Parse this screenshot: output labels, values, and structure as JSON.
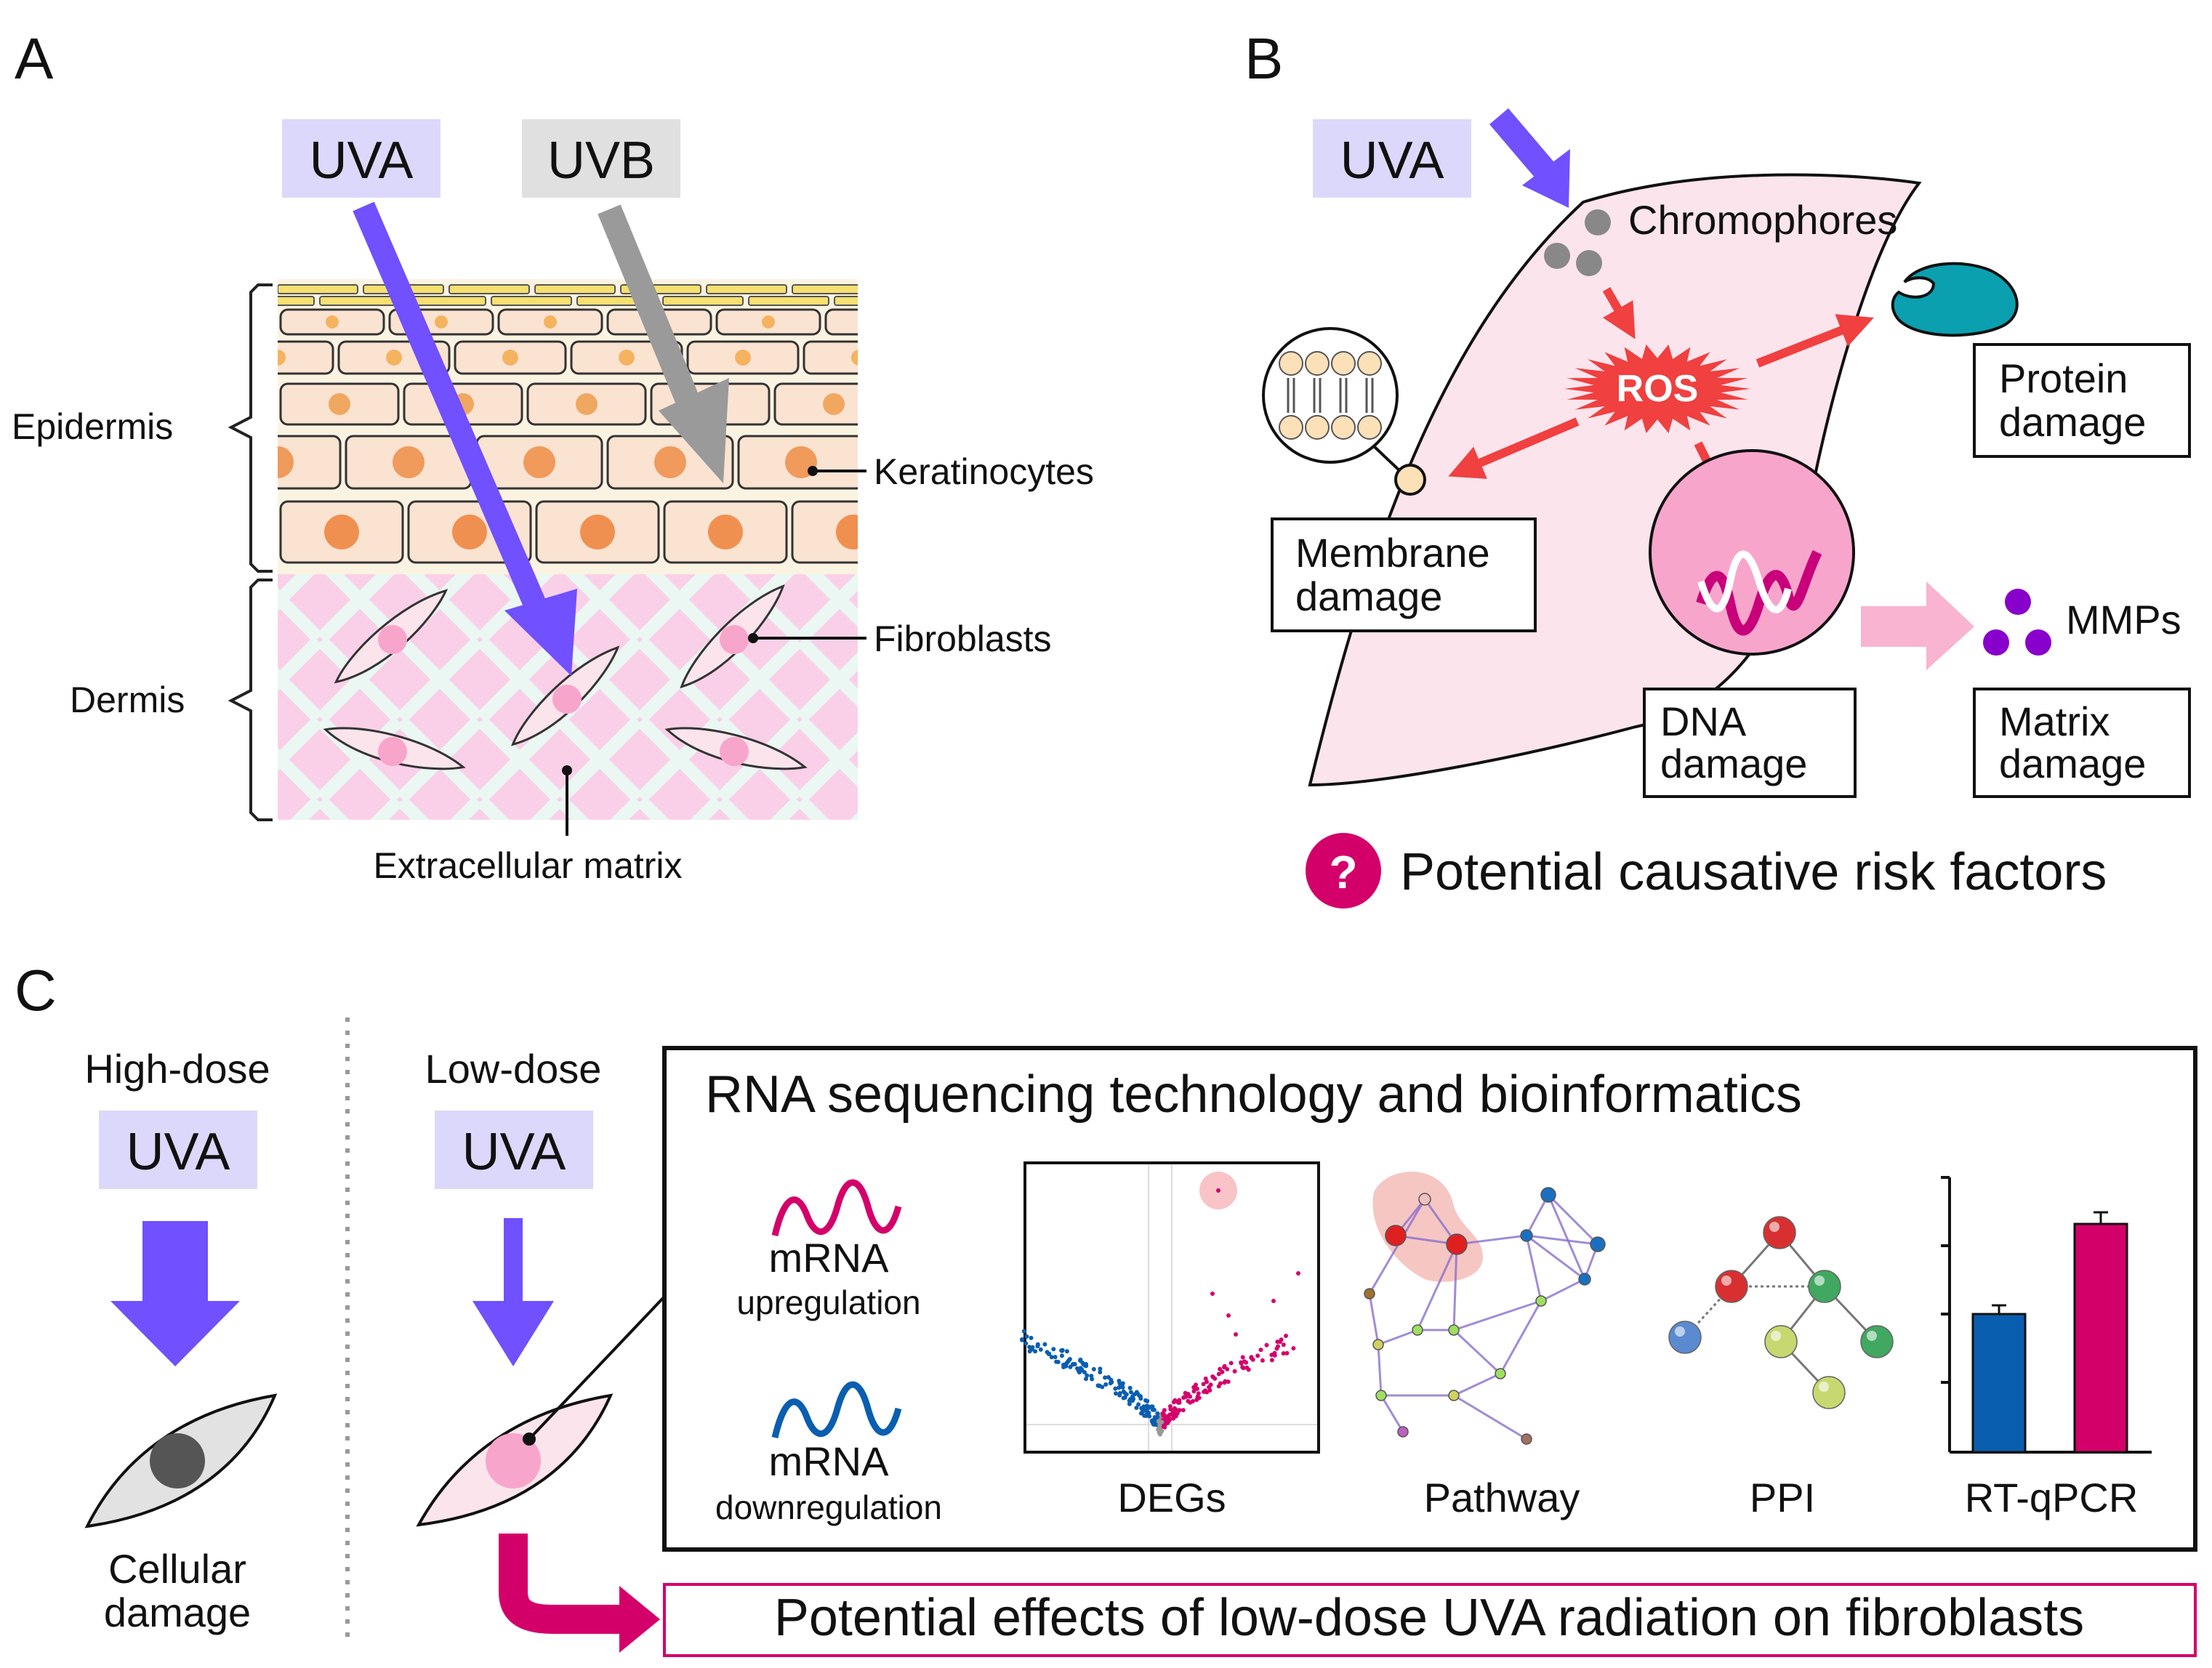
{
  "panels": {
    "a": "A",
    "b": "B",
    "c": "C"
  },
  "panel_a": {
    "uva": "UVA",
    "uvb": "UVB",
    "epidermis": "Epidermis",
    "dermis": "Dermis",
    "keratinocytes": "Keratinocytes",
    "fibroblasts": "Fibroblasts",
    "ecm": "Extracellular matrix"
  },
  "panel_b": {
    "uva": "UVA",
    "chromophores": "Chromophores",
    "ros": "ROS",
    "protein_damage": [
      "Protein",
      "damage"
    ],
    "membrane_damage": [
      "Membrane",
      "damage"
    ],
    "dna_damage": [
      "DNA",
      "damage"
    ],
    "mmps": "MMPs",
    "matrix_damage": [
      "Matrix",
      "damage"
    ],
    "question_mark": "?",
    "risk_factors": "Potential causative risk factors"
  },
  "panel_c": {
    "high_dose": "High-dose",
    "low_dose": "Low-dose",
    "uva": "UVA",
    "cellular_damage": [
      "Cellular",
      "damage"
    ],
    "box_title": "RNA sequencing technology and bioinformatics",
    "mrna": "mRNA",
    "upregulation": "upregulation",
    "downregulation": "downregulation",
    "degs": "DEGs",
    "pathway": "Pathway",
    "ppi": "PPI",
    "rtqpcr": "RT-qPCR",
    "effects": "Potential effects of low-dose UVA radiation on fibroblasts"
  },
  "colors": {
    "uva_fill": "#dcd8fb",
    "uvb_fill": "#e0e0e0",
    "uva_arrow": "#7050ff",
    "uvb_arrow": "#9a9a9a",
    "ros_red": "#f04040",
    "magenta": "#d4006a",
    "blue": "#0a5eb0",
    "protein_teal": "#0aa0b0",
    "mmp_purple": "#8800cc",
    "cell_pink": "#fbe4ec"
  }
}
